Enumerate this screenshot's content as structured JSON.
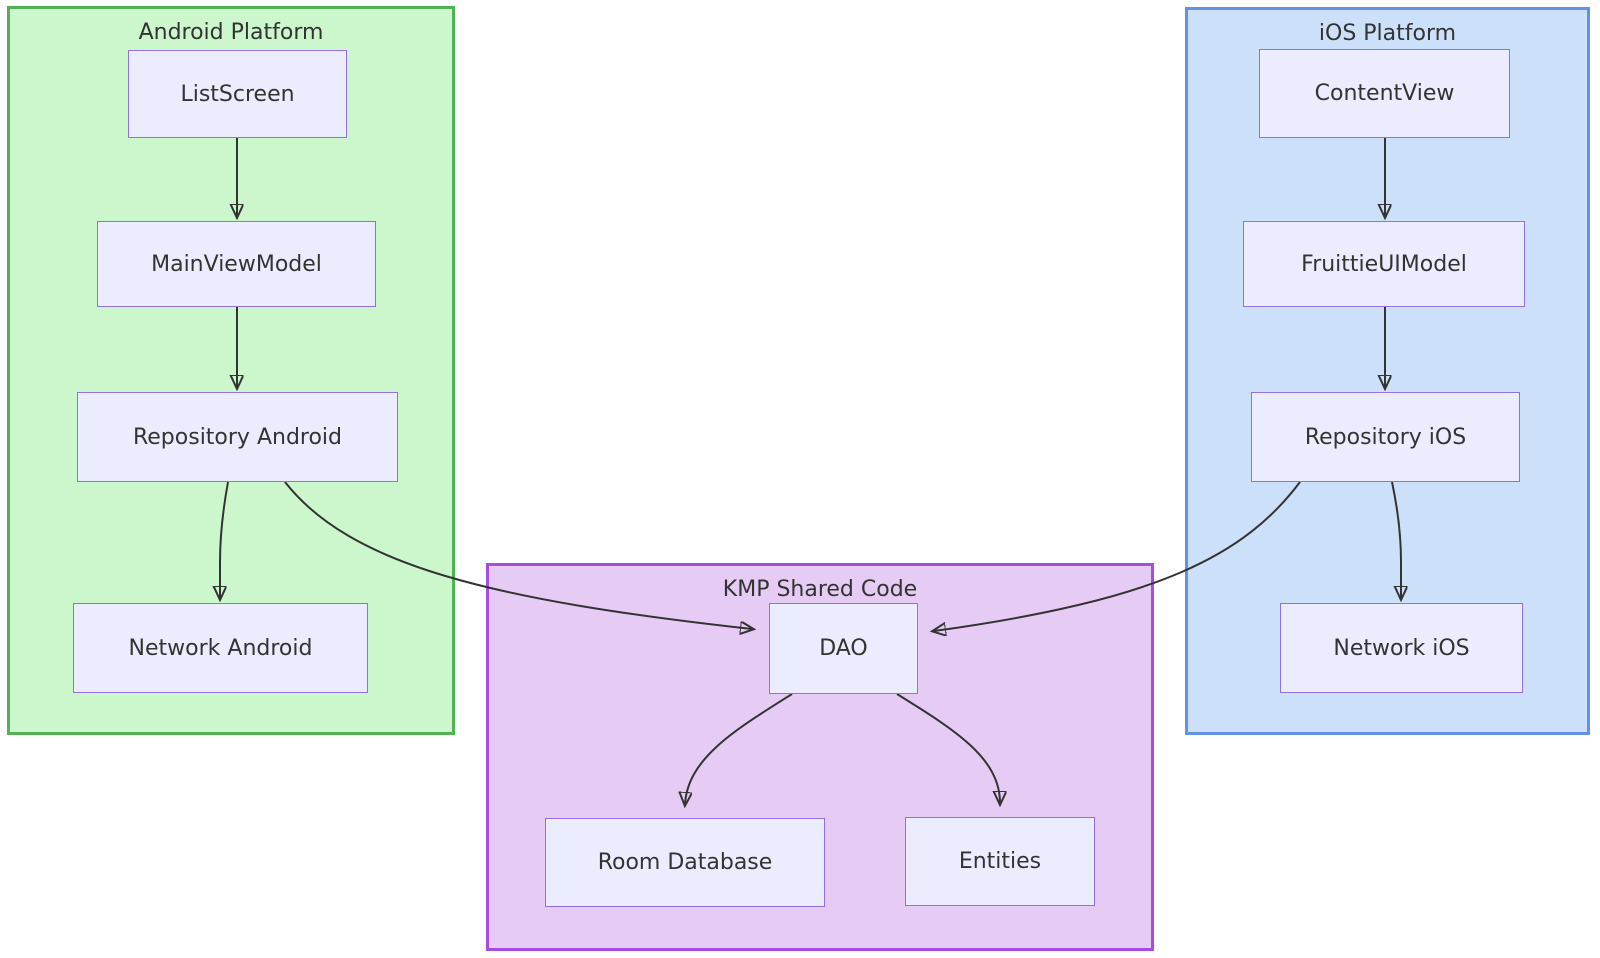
{
  "diagram": {
    "type": "flowchart",
    "containers": [
      {
        "id": "android",
        "title": "Android Platform",
        "fill": "#ccf7cc",
        "border": "#52b152"
      },
      {
        "id": "ios",
        "title": "iOS Platform",
        "fill": "#cce0fa",
        "border": "#6590e8"
      },
      {
        "id": "kmp",
        "title": "KMP Shared Code",
        "fill": "#e6ccf5",
        "border": "#a64de0"
      }
    ],
    "node_style": {
      "fill": "#ececff",
      "border": "#9370db",
      "text": "#333333"
    },
    "edge_color": "#333333",
    "nodes": [
      {
        "id": "listscreen",
        "label": "ListScreen",
        "container": "android"
      },
      {
        "id": "mainviewmodel",
        "label": "MainViewModel",
        "container": "android"
      },
      {
        "id": "repo-android",
        "label": "Repository Android",
        "container": "android"
      },
      {
        "id": "network-android",
        "label": "Network Android",
        "container": "android"
      },
      {
        "id": "contentview",
        "label": "ContentView",
        "container": "ios"
      },
      {
        "id": "fruittieuimodel",
        "label": "FruittieUIModel",
        "container": "ios"
      },
      {
        "id": "repo-ios",
        "label": "Repository iOS",
        "container": "ios"
      },
      {
        "id": "network-ios",
        "label": "Network iOS",
        "container": "ios"
      },
      {
        "id": "dao",
        "label": "DAO",
        "container": "kmp"
      },
      {
        "id": "room-database",
        "label": "Room Database",
        "container": "kmp"
      },
      {
        "id": "entities",
        "label": "Entities",
        "container": "kmp"
      }
    ],
    "edges": [
      {
        "from": "ListScreen",
        "to": "MainViewModel"
      },
      {
        "from": "MainViewModel",
        "to": "Repository Android"
      },
      {
        "from": "Repository Android",
        "to": "Network Android"
      },
      {
        "from": "Repository Android",
        "to": "DAO"
      },
      {
        "from": "ContentView",
        "to": "FruittieUIModel"
      },
      {
        "from": "FruittieUIModel",
        "to": "Repository iOS"
      },
      {
        "from": "Repository iOS",
        "to": "Network iOS"
      },
      {
        "from": "Repository iOS",
        "to": "DAO"
      },
      {
        "from": "DAO",
        "to": "Room Database"
      },
      {
        "from": "DAO",
        "to": "Entities"
      }
    ]
  }
}
